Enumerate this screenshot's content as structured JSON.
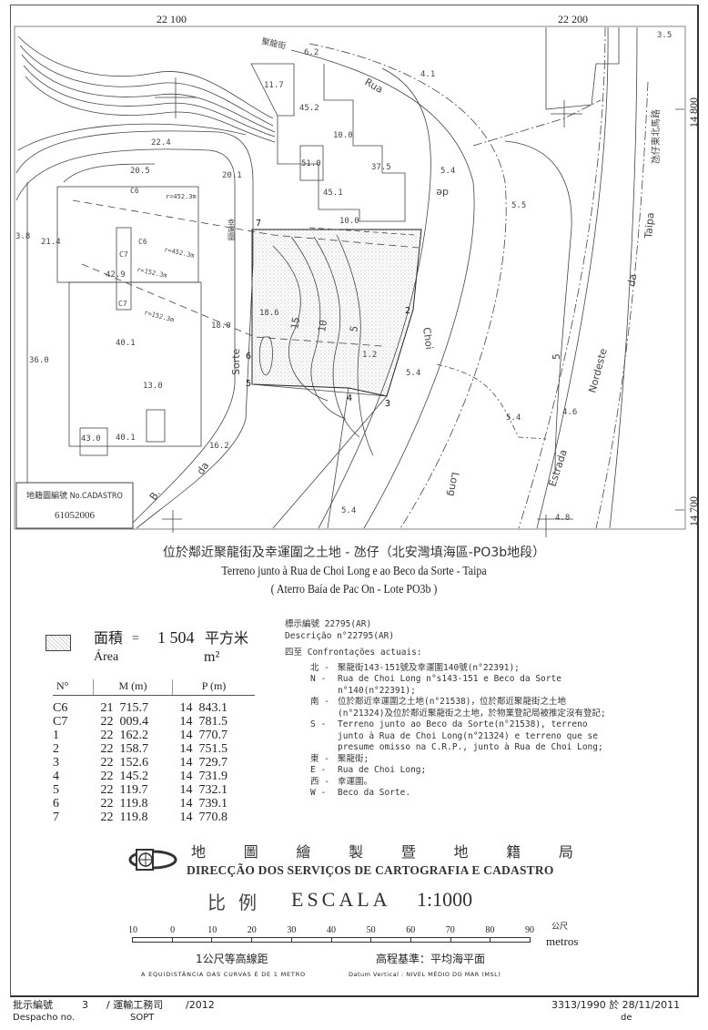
{
  "map": {
    "grid": {
      "x_left": "22 100",
      "x_right": "22 200",
      "y_top": "14 800",
      "y_bottom": "14 700"
    },
    "labels": {
      "street_zh": "聚龍街",
      "w62": "6.2",
      "rua": "Rua",
      "w41": "4.1",
      "b117": "11.7",
      "b452": "45.2",
      "b100a": "10.0",
      "b510": "51.0",
      "b375": "37.5",
      "b451": "45.1",
      "b100b": "10.0",
      "r224": "22.4",
      "r205": "20.5",
      "r201": "20.1",
      "c6a": "C6",
      "r4523a": "r=452.3m",
      "beco_zh": "幸運圍",
      "p7": "7",
      "b38": "3.8",
      "b214": "21.4",
      "c6b": "C6",
      "c7a": "C7",
      "r4523b": "r=452.3m",
      "r1523a": "r=152.3m",
      "b429": "42.9",
      "c7b": "C7",
      "r1523b": "r=152.3m",
      "b186": "18.6",
      "b180": "18.0",
      "c10": "10",
      "c15": "15",
      "c5": "5",
      "p2": "2",
      "choi": "Choi",
      "w54a": "5.4",
      "b12": "1.2",
      "b401a": "40.1",
      "b360": "36.0",
      "p6": "6",
      "p5": "5",
      "p4": "4",
      "p3": "3",
      "b130": "13.0",
      "sorte": "Sorte",
      "b430": "43.0",
      "b401b": "40.1",
      "b162": "16.2",
      "da": "da",
      "beco": "B.",
      "long": "Long",
      "w54b": "5.4",
      "w54c": "5.4",
      "w55": "5.5",
      "w54d": "5.4",
      "c5b": "5",
      "estrada": "Estrada",
      "nordeste": "Nordeste",
      "da2": "da",
      "taipa": "Taipa",
      "estrada_zh": "氹仔東北馬路",
      "w46": "4.6",
      "w48": "4.8",
      "w35": "3.5",
      "de": "de"
    },
    "cadastro": {
      "label": "地籍圖編號 No.CADASTRO",
      "number": "61052006"
    }
  },
  "title": {
    "zh": "位於鄰近聚龍街及幸運圍之土地 - 氹仔（北安灣填海區-PO3b地段）",
    "pt": "Terreno junto à Rua de Choi Long e ao Beco da Sorte - Taipa",
    "lot": "( Aterro Baía de Pac On - Lote PO3b )"
  },
  "area": {
    "label_zh": "面積",
    "label_pt": "Área",
    "equals": "=",
    "value": "1 504",
    "unit_zh": "平方米",
    "unit": "m²"
  },
  "coordinates": {
    "headers": [
      "N°",
      "M (m)",
      "P (m)"
    ],
    "rows": [
      [
        "C6",
        "21  715.7",
        "14  843.1"
      ],
      [
        "C7",
        "22  009.4",
        "14  781.5"
      ],
      [
        "1",
        "22  162.2",
        "14  770.7"
      ],
      [
        "2",
        "22  158.7",
        "14  751.5"
      ],
      [
        "3",
        "22  152.6",
        "14  729.7"
      ],
      [
        "4",
        "22  145.2",
        "14  731.9"
      ],
      [
        "5",
        "22  119.7",
        "14  732.1"
      ],
      [
        "6",
        "22  119.8",
        "14  739.1"
      ],
      [
        "7",
        "22  119.8",
        "14  770.8"
      ]
    ]
  },
  "description": {
    "no_zh": "標示編號 22795(AR)",
    "no_pt": "Descrição n°22795(AR)",
    "heading_zh": "四至",
    "heading_pt": "Confrontações actuais:",
    "entries": [
      {
        "k": "北 -",
        "v": "聚龍街143-151號及幸運圍140號(n°22391);"
      },
      {
        "k": "N  -",
        "v": "Rua de Choi Long n°s143-151 e Beco da Sorte\nn°140(n°22391);"
      },
      {
        "k": "南 -",
        "v": "位於鄰近幸運圍之土地(n°21538)，位於鄰近聚龍街之土地\n(n°21324)及位於鄰近聚龍街之土地，於物業登記局被推定沒有登記;"
      },
      {
        "k": "S  -",
        "v": "Terreno junto ao Beco da Sorte(n°21538), terreno\njunto à Rua de Choi Long(n°21324) e terreno que se\npresume omisso na C.R.P., junto à Rua de Choi Long;"
      },
      {
        "k": "東 -",
        "v": "聚龍街;"
      },
      {
        "k": "E  -",
        "v": "Rua de Choi Long;"
      },
      {
        "k": "西 -",
        "v": "幸運圍。"
      },
      {
        "k": "W  -",
        "v": "Beco da Sorte."
      }
    ]
  },
  "department": {
    "zh": [
      "地",
      "圖",
      "繪",
      "製",
      "暨",
      "地",
      "籍",
      "局"
    ],
    "pt": "DIRECÇÃO DOS SERVIÇOS DE CARTOGRAFIA E CADASTRO"
  },
  "scale": {
    "label_zh": "比例",
    "label_pt": "ESCALA",
    "ratio": "1:1000",
    "ticks": [
      "10",
      "0",
      "10",
      "20",
      "30",
      "40",
      "50",
      "60",
      "70",
      "80",
      "90"
    ],
    "unit_zh": "公尺",
    "unit": "metros",
    "contour_zh": "1公尺等高線距",
    "contour_pt": "A EQUIDISTÂNCIA DAS CURVAS É DE 1 METRO",
    "datum_zh": "高程基準：平均海平面",
    "datum_pt": "Datum Vertical : NIVEL MÉDIO DO MAR (MSL)"
  },
  "footer": {
    "despacho_zh": "批示編號",
    "number": "3",
    "sopt_zh": "/ 運輸工務司",
    "year": "/2012",
    "despacho_pt": "Despacho no.",
    "sopt": "SOPT",
    "reference": "3313/1990 於 28/11/2011",
    "de": "de"
  }
}
